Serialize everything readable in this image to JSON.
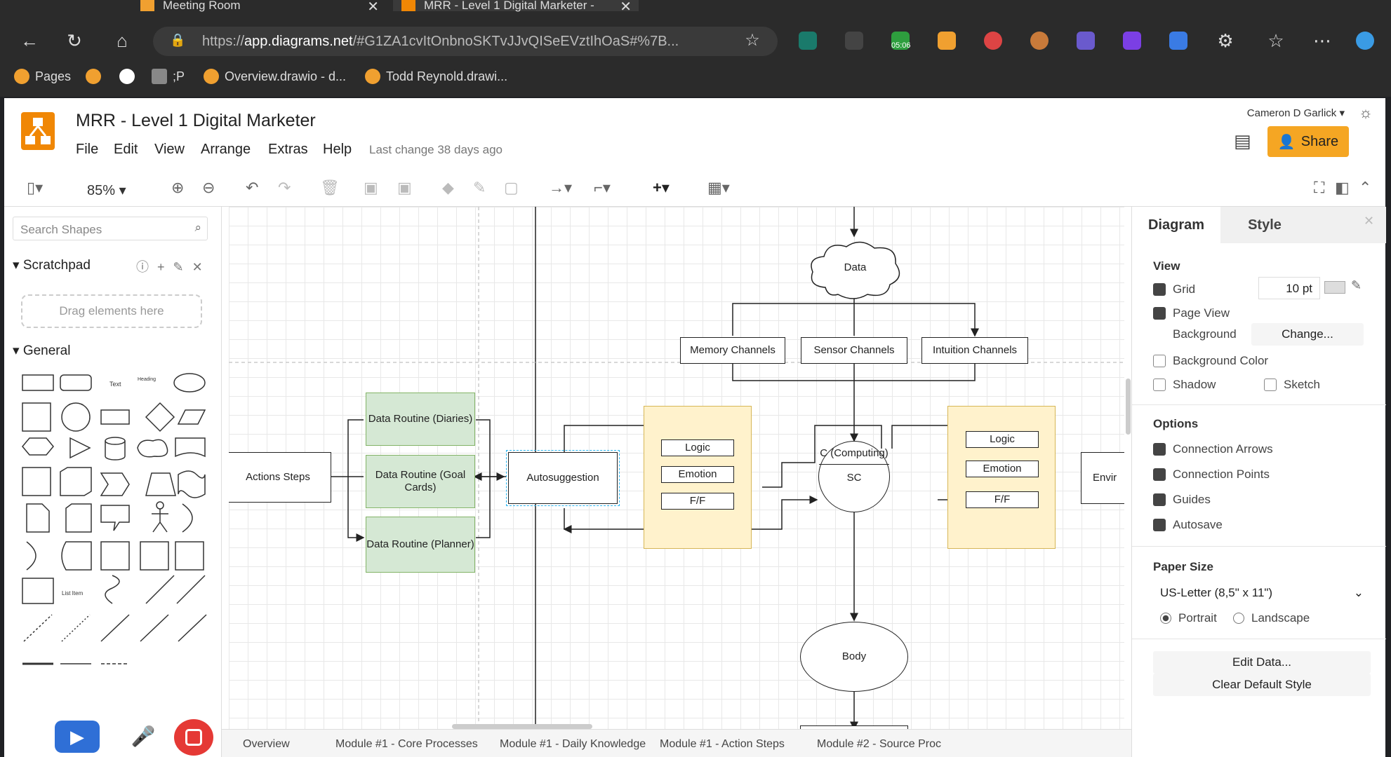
{
  "browser": {
    "tabs": [
      {
        "label": "Meeting Room"
      },
      {
        "label": "MRR - Level 1 Digital Marketer - "
      }
    ],
    "url_prefix": "https://",
    "url_host": "app.diagrams.net",
    "url_rest": "/#G1ZA1cvItOnbnoSKTvJJvQISeEVztIhOaS#%7B...",
    "timer": "05:06",
    "bookmarks": [
      "Pages",
      ";P",
      "Overview.drawio - d...",
      "Todd Reynold.drawi..."
    ]
  },
  "app": {
    "title": "MRR - Level 1 Digital Marketer",
    "menus": [
      "File",
      "Edit",
      "View",
      "Arrange",
      "Extras",
      "Help"
    ],
    "last_change": "Last change 38 days ago",
    "user": "Cameron D Garlick",
    "share_label": "Share",
    "zoom": "85%"
  },
  "left": {
    "search_placeholder": "Search Shapes",
    "scratchpad": "Scratchpad",
    "drag_hint": "Drag elements here",
    "general": "General",
    "shape_labels": [
      "Text",
      "Heading",
      "List Item"
    ]
  },
  "diagram": {
    "data": "Data",
    "memory": "Memory Channels",
    "sensor": "Sensor Channels",
    "intuition": "Intuition Channels",
    "actions": "Actions Steps",
    "routine_diaries": "Data Routine (Diaries)",
    "routine_goal": "Data Routine (Goal Cards)",
    "routine_planner": "Data Routine (Planner)",
    "autosuggestion": "Autosuggestion",
    "logic": "Logic",
    "emotion": "Emotion",
    "ff": "F/F",
    "computing": "C (Computing)",
    "sc": "SC",
    "body": "Body",
    "envir": "Envir"
  },
  "right": {
    "tab_diagram": "Diagram",
    "tab_style": "Style",
    "view": "View",
    "grid": "Grid",
    "grid_size": "10 pt",
    "page_view": "Page View",
    "background": "Background",
    "change": "Change...",
    "bg_color": "Background Color",
    "shadow": "Shadow",
    "sketch": "Sketch",
    "options": "Options",
    "conn_arrows": "Connection Arrows",
    "conn_points": "Connection Points",
    "guides": "Guides",
    "autosave": "Autosave",
    "paper_size": "Paper Size",
    "paper_value": "US-Letter (8,5\" x 11\")",
    "portrait": "Portrait",
    "landscape": "Landscape",
    "edit_data": "Edit Data...",
    "clear_style": "Clear Default Style"
  },
  "pages": [
    "Overview",
    "Module #1 - Core Processes",
    "Module #1 - Daily Knowledge",
    "Module #1 - Action Steps",
    "Module #2 - Source Proc"
  ]
}
